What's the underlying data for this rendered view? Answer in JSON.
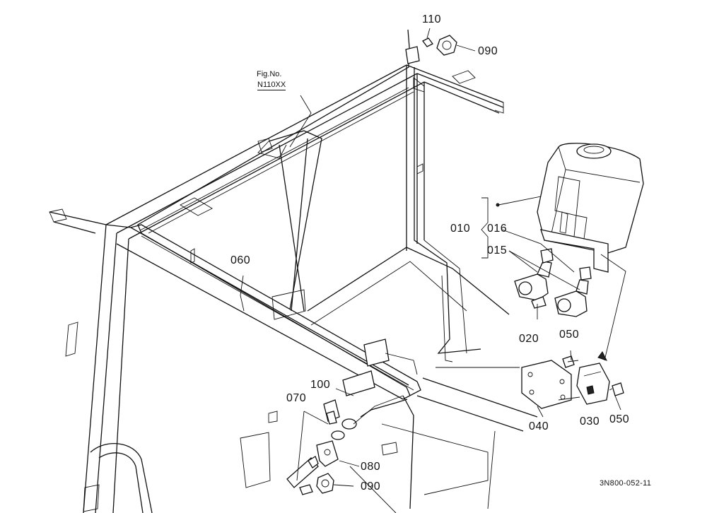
{
  "figure": {
    "fig_no_label": "Fig.No.",
    "fig_no_value": "N110XX",
    "drawing_id": "3N800-052-11"
  },
  "parts": {
    "p110": "110",
    "p090_top": "090",
    "p010": "010",
    "p016": "016",
    "p015": "015",
    "p060": "060",
    "p020": "020",
    "p050_top": "050",
    "p100": "100",
    "p070": "070",
    "p040": "040",
    "p030": "030",
    "p050_right": "050",
    "p080": "080",
    "p090_bottom": "090"
  },
  "colors": {
    "line": "#111111",
    "background": "#ffffff"
  }
}
